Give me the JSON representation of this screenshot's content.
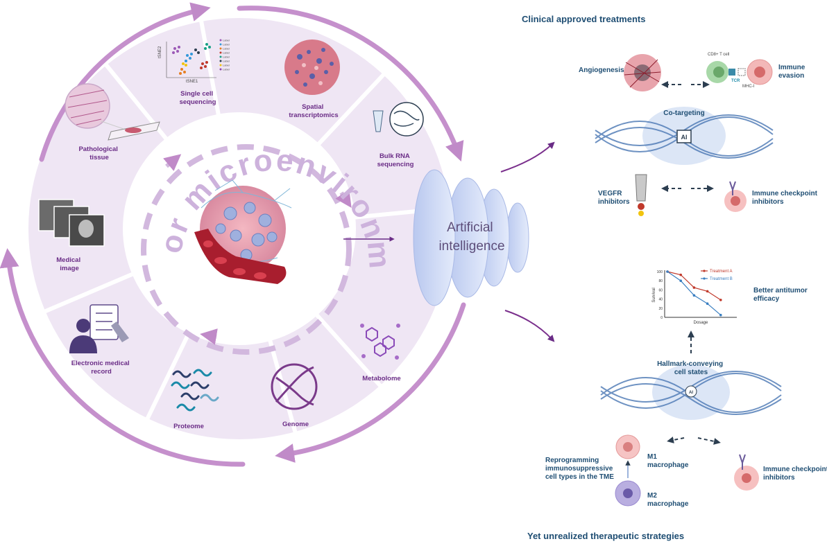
{
  "center": {
    "ring_title": "Tumor microenvironment"
  },
  "omics": {
    "single_cell": [
      "Single cell",
      "sequencing"
    ],
    "spatial": [
      "Spatial",
      "transcriptomics"
    ],
    "bulk_rna": [
      "Bulk RNA",
      "sequencing"
    ],
    "pathological": [
      "Pathological",
      "tissue"
    ],
    "medical_image": [
      "Medical",
      "image"
    ],
    "emr": [
      "Electronic medical",
      "record"
    ],
    "proteome": "Proteome",
    "genome": "Genome",
    "metabolome": "Metabolome"
  },
  "tsne_plot": {
    "y_axis": "tSNE2",
    "x_axis": "tSNE1",
    "legend": [
      "Label",
      "Label",
      "Label",
      "Label",
      "Label",
      "Label",
      "Label",
      "Label"
    ]
  },
  "ai": {
    "lines": [
      "Artificial",
      "intelligence"
    ],
    "chip": "AI"
  },
  "clinical": {
    "title": "Clinical approved treatments",
    "angiogenesis": "Angiogenesis",
    "immune_evasion": [
      "Immune",
      "evasion"
    ],
    "cd8": "CD8+ T cell",
    "tcr": "TCR",
    "mhc": "MHC-I",
    "co_targeting": "Co-targeting",
    "vegfr": [
      "VEGFR",
      "inhibitors"
    ],
    "checkpoint": [
      "Immune checkpoint",
      "inhibitors"
    ]
  },
  "unrealized": {
    "title": "Yet unrealized therapeutic strategies",
    "better": [
      "Better antitumor",
      "efficacy"
    ],
    "hallmark": [
      "Hallmark-conveying",
      "cell states"
    ],
    "reprogramming": [
      "Reprogramming",
      "immunosuppressive",
      "cell types in the TME"
    ],
    "m1": [
      "M1",
      "macrophage"
    ],
    "m2": [
      "M2",
      "macrophage"
    ],
    "checkpoint": [
      "Immune checkpoint",
      "inhibitors"
    ]
  },
  "chart_data": {
    "type": "line",
    "title": "",
    "xlabel": "Dosage",
    "ylabel": "Survival",
    "yticks": [
      "100",
      "80",
      "60",
      "40",
      "20",
      "0"
    ],
    "ylim": [
      0,
      100
    ],
    "x": [
      0,
      1,
      2,
      3,
      4,
      5
    ],
    "legend_position": "top-right",
    "series": [
      {
        "name": "Treatment A",
        "color": "#c0392b",
        "values": [
          100,
          93,
          65,
          57,
          38,
          null
        ]
      },
      {
        "name": "Treatment B",
        "color": "#3a7fc1",
        "values": [
          100,
          80,
          48,
          30,
          5,
          null
        ]
      }
    ]
  }
}
